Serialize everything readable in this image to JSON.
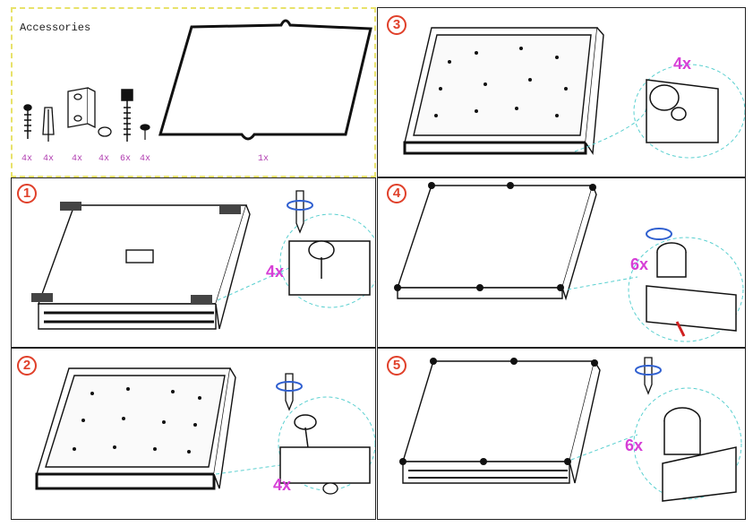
{
  "accessories": {
    "title": "Accessories",
    "items": [
      {
        "name": "screw",
        "qty": "4x"
      },
      {
        "name": "wall-plug",
        "qty": "4x"
      },
      {
        "name": "mounting-bracket",
        "qty": "4x"
      },
      {
        "name": "cover-cap",
        "qty": "4x"
      },
      {
        "name": "lid-screw",
        "qty": "6x"
      },
      {
        "name": "small-screw",
        "qty": "4x"
      },
      {
        "name": "gasket",
        "qty": "1x"
      }
    ]
  },
  "steps": [
    {
      "number": "1",
      "qty": "4x"
    },
    {
      "number": "2",
      "qty": "4x"
    },
    {
      "number": "3",
      "qty": "4x"
    },
    {
      "number": "4",
      "qty": "6x"
    },
    {
      "number": "5",
      "qty": "6x"
    }
  ],
  "colors": {
    "border": "#222222",
    "accessories_border": "#e8e26a",
    "step_number": "#e0402a",
    "quantity": "#d63fd6",
    "callout": "#5ad0d0",
    "rotate_arrow": "#2f5fd0"
  }
}
